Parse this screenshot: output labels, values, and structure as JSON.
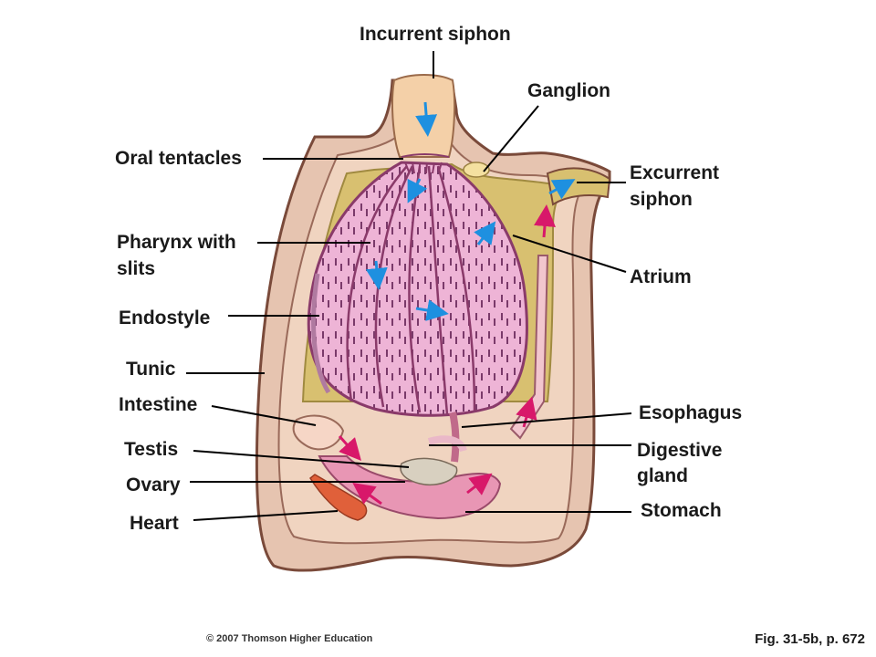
{
  "labels": {
    "incurrent_siphon": "Incurrent siphon",
    "ganglion": "Ganglion",
    "oral_tentacles": "Oral tentacles",
    "excurrent_siphon_1": "Excurrent",
    "excurrent_siphon_2": "siphon",
    "pharynx_1": "Pharynx with",
    "pharynx_2": "slits",
    "atrium": "Atrium",
    "endostyle": "Endostyle",
    "tunic": "Tunic",
    "intestine": "Intestine",
    "esophagus": "Esophagus",
    "testis": "Testis",
    "digestive_gland_1": "Digestive",
    "digestive_gland_2": "gland",
    "ovary": "Ovary",
    "stomach": "Stomach",
    "heart": "Heart"
  },
  "copyright": "© 2007 Thomson Higher Education",
  "caption": "Fig. 31-5b, p. 672",
  "colors": {
    "tunic": "#e6c4b0",
    "tunic_outline": "#7a4a3a",
    "atrium": "#d8c070",
    "pharynx": "#eaaad0",
    "water_flow_arrow": "#1e90e0",
    "food_flow_arrow": "#d8186a"
  }
}
